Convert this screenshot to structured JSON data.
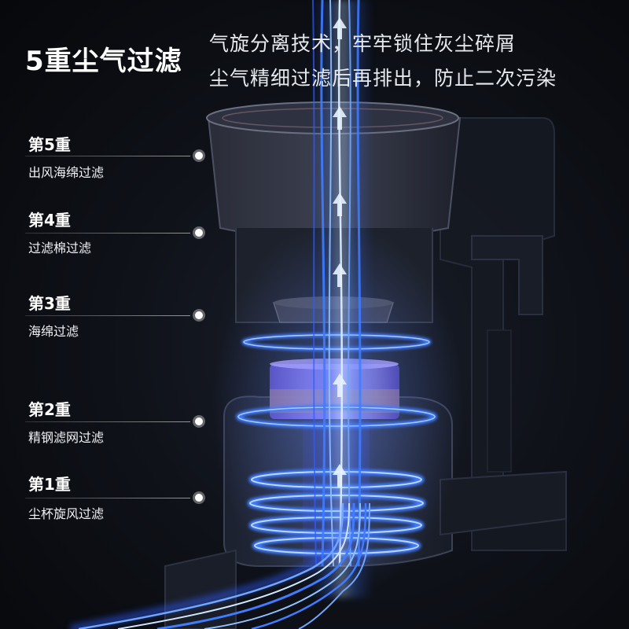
{
  "title": "5重尘气过滤",
  "subtitle_lines": [
    "气旋分离技术，牢牢锁住灰尘碎屑",
    "尘气精细过滤后再排出，防止二次污染"
  ],
  "stages": [
    {
      "name": "第5重",
      "desc": "出风海绵过滤"
    },
    {
      "name": "第4重",
      "desc": "过滤棉过滤"
    },
    {
      "name": "第3重",
      "desc": "海绵过滤"
    },
    {
      "name": "第2重",
      "desc": "精钢滤网过滤"
    },
    {
      "name": "第1重",
      "desc": "尘杯旋风过滤"
    }
  ],
  "colors": {
    "background": "#0c0e13",
    "airflow_blue": "#3f7cff",
    "airflow_core": "#bfe0ff",
    "glow_violet": "#8a5cff",
    "text": "#ffffff"
  },
  "icons": [
    "indicator-dot-icon",
    "airflow-arrow-icon"
  ]
}
